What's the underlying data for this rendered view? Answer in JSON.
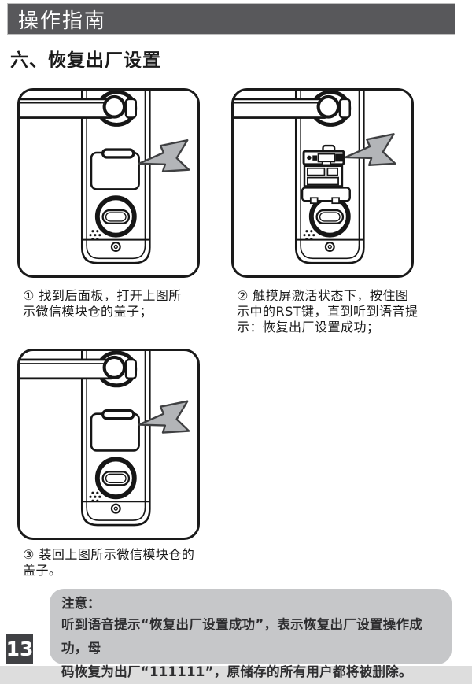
{
  "header": {
    "title": "操作指南"
  },
  "section": {
    "title": "六、恢复出厂设置"
  },
  "steps": [
    {
      "lines": [
        "① 找到后面板，打开上图所",
        "示微信模块仓的盖子；"
      ]
    },
    {
      "lines": [
        "② 触摸屏激活状态下，按住图",
        "示中的RST键，直到听到语音提",
        "示：恢复出厂设置成功；"
      ]
    },
    {
      "lines": [
        "③ 装回上图所示微信模块仓的",
        "盖子。"
      ]
    }
  ],
  "figures": [
    {
      "icon": "lock-back-panel-cover-closed-with-pointer-arrow"
    },
    {
      "icon": "lock-back-panel-cover-open-rst-button-with-pointer-arrow"
    },
    {
      "icon": "lock-back-panel-cover-closed-with-pointer-arrow"
    }
  ],
  "note": {
    "title": "注意：",
    "body_lines": [
      "听到语音提示“恢复出厂设置成功”，表示恢复出厂设置操作成功，母",
      "码恢复为出厂“111111”，原储存的所有用户都将被删除。"
    ]
  },
  "footer": {
    "page_number": "13"
  },
  "colors": {
    "page-bg": "#ffffff",
    "header-bg": "#58585b",
    "header-text": "#ffffff",
    "text": "#1a1a1a",
    "line": "#161616",
    "note-bg": "#c6c7c9",
    "note-text": "#2e2e30",
    "arrow-fill": "#b3b5b8",
    "arrow-stroke": "#3f4042",
    "pagenum-bg": "#404144",
    "pagenum-text": "#ffffff"
  }
}
